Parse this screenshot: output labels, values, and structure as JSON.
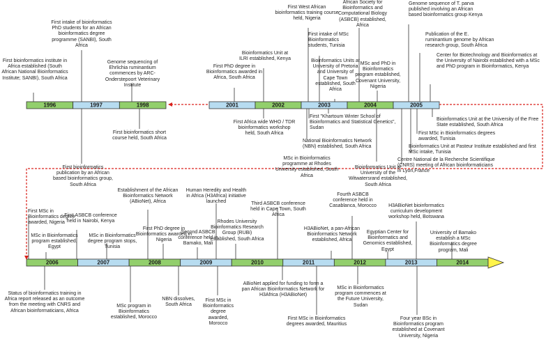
{
  "colors": {
    "green": "#92cf6c",
    "blue": "#b7dcf0",
    "yellow": "#fff44a",
    "outline": "#333333",
    "connector": "#d9221c"
  },
  "timeline": {
    "row1": [
      {
        "label": "1996",
        "color": "green"
      },
      {
        "label": "1997",
        "color": "blue"
      },
      {
        "label": "1998",
        "color": "green"
      },
      {
        "label": "2001",
        "color": "blue"
      },
      {
        "label": "2002",
        "color": "green"
      },
      {
        "label": "2003",
        "color": "blue"
      },
      {
        "label": "2004",
        "color": "green"
      },
      {
        "label": "2005",
        "color": "blue"
      }
    ],
    "row2": [
      {
        "label": "2006",
        "color": "green"
      },
      {
        "label": "2007",
        "color": "blue"
      },
      {
        "label": "2008",
        "color": "green"
      },
      {
        "label": "2009",
        "color": "blue"
      },
      {
        "label": "2010",
        "color": "green"
      },
      {
        "label": "2011",
        "color": "blue"
      },
      {
        "label": "2012",
        "color": "green"
      },
      {
        "label": "2013",
        "color": "blue"
      },
      {
        "label": "2014",
        "color": "green"
      }
    ]
  },
  "events": {
    "e1": "First bioinformatics institute in Africa established (South African National Bioinformatics Institute; SANBI), South Africa",
    "e2": "First intake of bioinformatics PhD students for an African bioinformatics degree programme (SANBI), South Africa",
    "e3": "Genome sequencing of Ehrlichia ruminantium commences by ARC-Onderstepoort Veterinary Institute",
    "e4": "First bioinformatics publication by an African based bioinformatics group, South Africa",
    "e5": "First bioinformatics short course held, South Africa",
    "e6": "First PhD degree in Bioinformatics awarded in Africa, South Africa",
    "e7": "Bioinformatics Unit at ILRI established, Kenya",
    "e8": "First West African bioinformatics training course held, Nigeria",
    "e9": "African Society for Bioinformatics and Computational Biology (ASBCB) established, Africa",
    "e10": "First intake of MSc Bioinformatics students, Tunisia",
    "e11": "Bioinformatics Units at University of Pretoria and University of Cape Town established, South Africa",
    "e12": "MSc and PhD in Bioinformatics program established, Covenant University, Nigeria",
    "e13": "Genome sequence of T. parva published involving an African based bioinformatics group Kenya",
    "e14": "Publication of the E. ruminantium genome by African research group, South Africa",
    "e15": "Center for Biotechnology and Bioinformatics at the University of Nairobi established with a MSc and PhD program in Bioinformatics, Kenya",
    "e16": "First Africa wide WHO / TDR bioinformatics workshop held, South Africa",
    "e17": "First \"Khartoum Winter School of Bioinformatics and Statistical Genetics\", Sudan",
    "e18": "National Bioinformatics Network (NBN) established, South Africa",
    "e19": "MSc in Bioinformatics programme at Rhodes University established, South Africa",
    "e20": "Bioinformatics Unit at University of the Witwatersrand established, South Africa",
    "e21": "Bioinformatics Unit at the University of the Free State established, South Africa",
    "e22": "First MSc in Bioinformatics degrees awarded, Tunisia",
    "e23": "Bioinformatics Unit at Pasteur Institute established and first MSc intake, Tunisia",
    "e24": "Centre National de la Recherche Scientifique (CNRS) meeting of African bioinformaticians in Lyon,France",
    "e25": "First MSc in Bioinformatics degree awarded, Nigeria",
    "e26": "First ASBCB conference held in Nairobi, Kenya",
    "e27": "MSc in Bioinformatics program established, Egypt",
    "e28": "MSc in Bioinformatics degree program stops, Tunisia",
    "e29": "Establishment of the African Bioinformatics Network (ABioNet), Africa",
    "e30": "First PhD degree in Bioinformatics awarded in Nigeria",
    "e31": "Second ASBCB conference held in Bamako, Mali",
    "e32": "Human Heredity and Health in Africa (H3Africa) initiative launched",
    "e33": "Rhodes University Bioinformatics Research Group (RUBi) established, South Africa",
    "e34": "Third ASBCB conference held in Cape Town, South Africa",
    "e35": "H3ABioNet, a pan-African Bioinformatics Network established, Africa",
    "e36": "Fourth ASBCB conference held in Casablanca, Morocco",
    "e37": "Egyptian Center for Bioinformatics and Genomics established, Egypt",
    "e38": "H3ABioNet bioinformatics curriculum development workshop held, Botswana",
    "e39": "University of Bamako establish a MSc Bioinformatics degree program, Mali",
    "e40": "Status of bioinformatics training in Africa report released as an outcome from the meeting with CNRS and African bioinformaticians, Africa",
    "e41": "MSc program in Bioinformatics established, Morocco",
    "e42": "NBN dissolves, South Africa",
    "e43": "First MSc in Bioinformatics degree awarded, Morocco",
    "e44": "ABioNet applied for funding to form a pan African Bioinformatics Network for H3Africa (H3ABioNet)",
    "e45": "First MSc in Bioinformatics degrees awarded, Mauritius",
    "e46": "MSc in Bioinformatics program commences at the Future University, Sudan",
    "e47": "Four year BSc in Bioinformatics program established at Covenant University, Nigeria"
  }
}
